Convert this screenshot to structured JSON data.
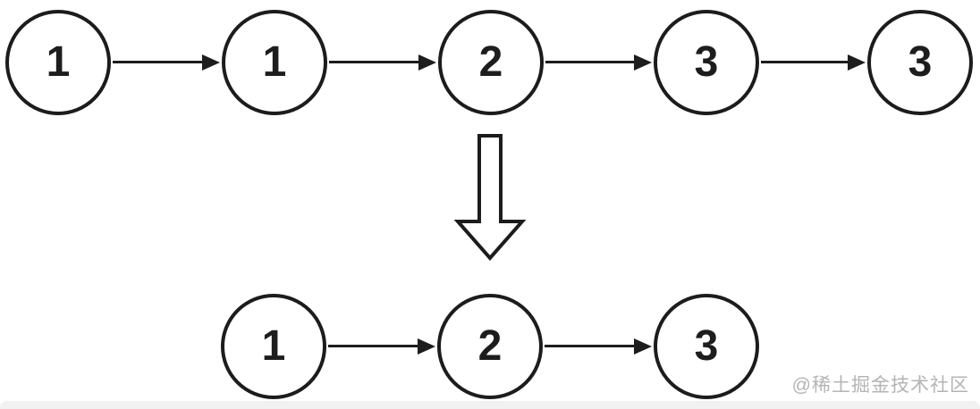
{
  "diagram": {
    "before": {
      "values": [
        "1",
        "1",
        "2",
        "3",
        "3"
      ]
    },
    "after": {
      "values": [
        "1",
        "2",
        "3"
      ]
    },
    "transform": {
      "icon": "down-arrow-icon"
    }
  },
  "watermark": {
    "text": "@稀土掘金技术社区"
  },
  "colors": {
    "stroke": "#1c1c1c",
    "node_fill": "#ffffff",
    "background": "#ffffff",
    "watermark": "#b4b4b4",
    "footer_bar": "#f1f1f1"
  }
}
